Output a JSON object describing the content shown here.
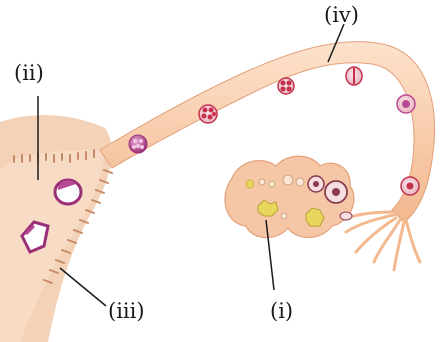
{
  "labels": {
    "i": "(i)",
    "ii": "(ii)",
    "iii": "(iii)",
    "iv": "(iv)"
  },
  "colors": {
    "tissue_fill": "#f6c7a6",
    "tissue_edge": "#e3a07a",
    "tube_fill": "#f9c9a5",
    "tube_highlight": "#fde2cc",
    "uterus_wall": "#f4d2b8",
    "endometrium": "#c98a66",
    "embryo_purple": "#b84a93",
    "ovum_red": "#c5304b",
    "follicle_yellow": "#e7d55c",
    "leader_line": "#1a1a1a"
  }
}
